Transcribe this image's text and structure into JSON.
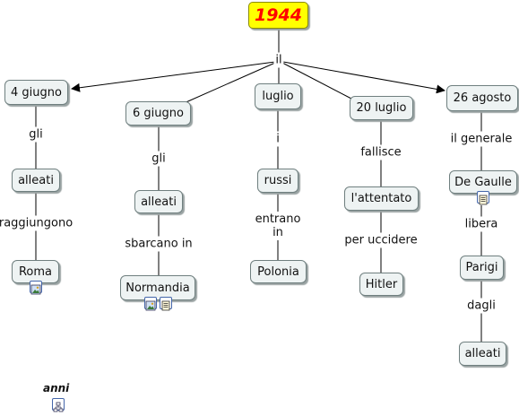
{
  "root": {
    "label": "1944"
  },
  "root_link": "il",
  "branches": [
    {
      "node": "4 giugno",
      "l1": "gli",
      "n2": "alleati",
      "l2": "raggiungono",
      "n3": "Roma",
      "n3_icons": [
        "image-icon"
      ]
    },
    {
      "node": "6 giugno",
      "l1": "gli",
      "n2": "alleati",
      "l2": "sbarcano in",
      "n3": "Normandia",
      "n3_icons": [
        "image-icon",
        "document-icon"
      ]
    },
    {
      "node": "luglio",
      "l1": "i",
      "n2": "russi",
      "l2": "entrano\nin",
      "n3": "Polonia"
    },
    {
      "node": "20 luglio",
      "l1": "fallisce",
      "n2": "l'attentato",
      "l2": "per uccidere",
      "n3": "Hitler"
    },
    {
      "node": "26 agosto",
      "l1": "il generale",
      "n2": "De Gaulle",
      "n2_icons": [
        "document-icon"
      ],
      "l2": "libera",
      "n3": "Parigi",
      "l3": "dagli",
      "n4": "alleati"
    }
  ],
  "footer": {
    "label": "anni",
    "icon": "concept-map-icon"
  }
}
